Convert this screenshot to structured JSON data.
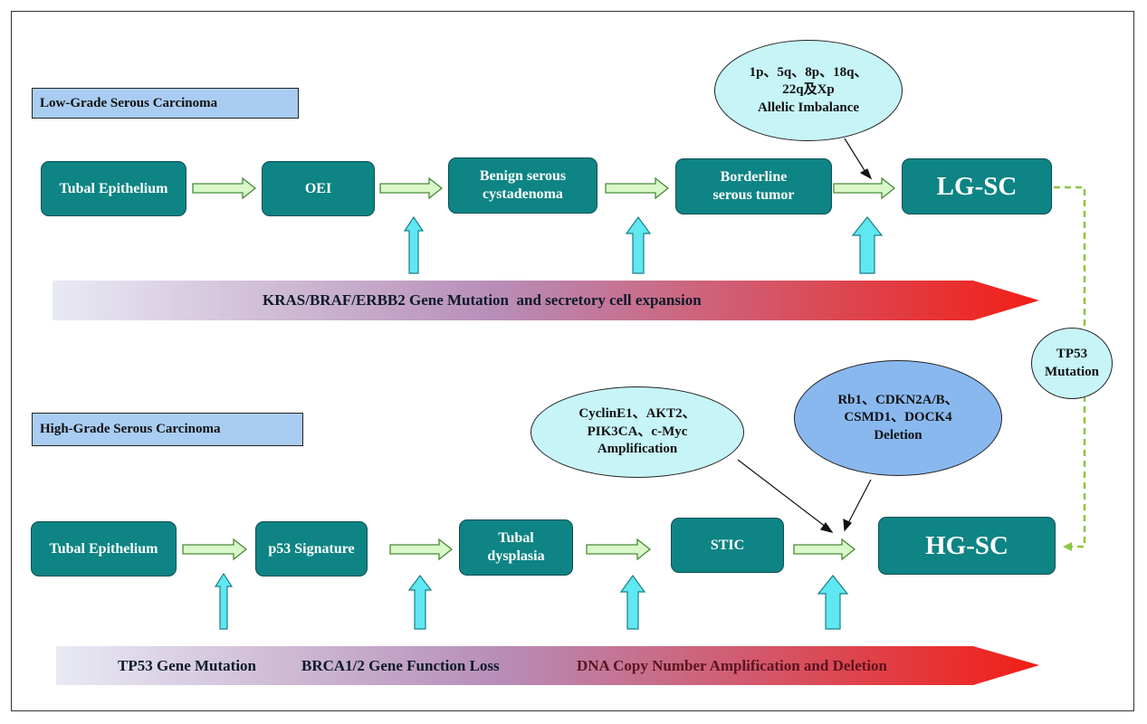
{
  "low_grade": {
    "label": "Low-Grade Serous Carcinoma",
    "boxes": [
      "Tubal Epithelium",
      "OEI",
      "Benign serous\ncystadenoma",
      "Borderline\nserous tumor",
      "LG-SC"
    ],
    "bubble": "1p、5q、8p、18q、\n22q及Xp\nAllelic Imbalance",
    "banner": "KRAS/BRAF/ERBB2 Gene Mutation  and secretory cell expansion"
  },
  "tp53_bubble": "TP53\nMutation",
  "high_grade": {
    "label": "High-Grade Serous Carcinoma",
    "boxes": [
      "Tubal Epithelium",
      "p53 Signature",
      "Tubal\ndysplasia",
      "STIC",
      "HG-SC"
    ],
    "bubble_amplification": "CyclinE1、AKT2、\nPIK3CA、c-Myc\nAmplification",
    "bubble_deletion": "Rb1、CDKN2A/B、\nCSMD1、DOCK4\nDeletion",
    "banner": [
      "TP53 Gene Mutation",
      "BRCA1/2 Gene Function Loss",
      "DNA Copy Number Amplification and Deletion"
    ]
  },
  "colors": {
    "box_fill": "#0e8484",
    "label_fill": "#a9cdf2",
    "bubble_light": "#c7f4f7",
    "bubble_blue": "#89b8ef",
    "arrow_fill": "#d9f7c9",
    "up_arrow": "#5fe7f2",
    "dashed_line": "#8cc63f",
    "banner_start": "#e6e8f3",
    "banner_end": "#f0201a"
  }
}
